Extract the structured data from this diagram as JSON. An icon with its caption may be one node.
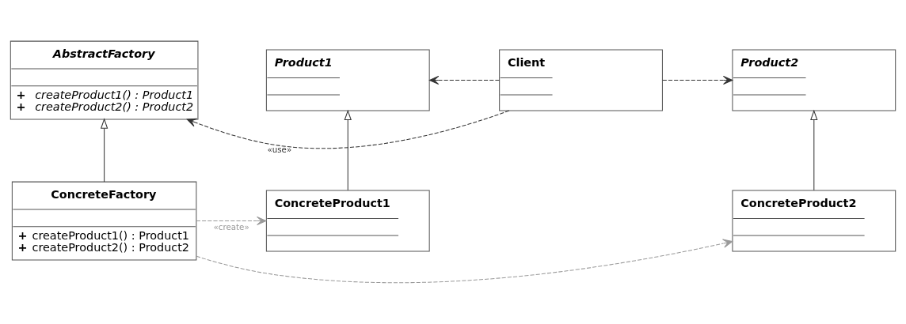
{
  "diagram": {
    "nodes": [
      {
        "text": [
          "AbstractFactory",
          "+ createProduct1() : Product1",
          "+ createProduct2() : Product2"
        ]
      },
      {
        "text": [
          "Product1"
        ]
      },
      {
        "text": [
          "Product2"
        ]
      },
      {
        "text": [
          "Client"
        ]
      },
      {
        "text": [
          "ConcreteFactory",
          "+ createProduct1() : Product1",
          "+ createProduct2() : Product2"
        ]
      },
      {
        "text": [
          "ConcreteProduct1"
        ]
      },
      {
        "text": [
          "ConcreteProduct2"
        ]
      }
    ],
    "edges": [
      {
        "from": 3,
        "to": 0,
        "arrow": "to",
        "style": "dashed",
        "label": "«use»"
      },
      {
        "from": 3,
        "to": 1,
        "arrow": "to",
        "style": "dashed"
      },
      {
        "from": 3,
        "to": 2,
        "arrow": "to",
        "style": "dashed"
      },
      {
        "from": 4,
        "to": 0,
        "arrow": "to"
      },
      {
        "from": 5,
        "to": 1,
        "arrow": "to"
      },
      {
        "from": 6,
        "to": 2,
        "arrow": "to"
      },
      {
        "from": 4,
        "to": 5,
        "arrow": "to",
        "style": "dashed",
        "color": "#999999",
        "label": "«create»"
      },
      {
        "from": 4,
        "to": 6,
        "arrow": "to",
        "style": "dashed",
        "color": "#999999"
      }
    ]
  }
}
